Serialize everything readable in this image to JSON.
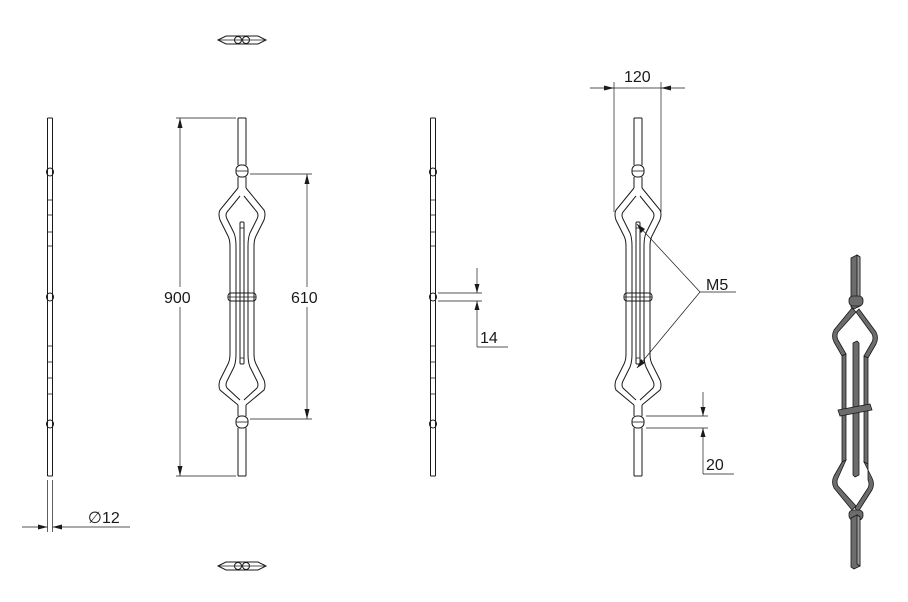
{
  "drawing": {
    "dimensions": {
      "height": "900",
      "inner_height": "610",
      "collar_spacing": "14",
      "width": "120",
      "thread": "M5",
      "collar_length": "20",
      "diameter_symbol": "∅",
      "diameter": "12"
    }
  }
}
